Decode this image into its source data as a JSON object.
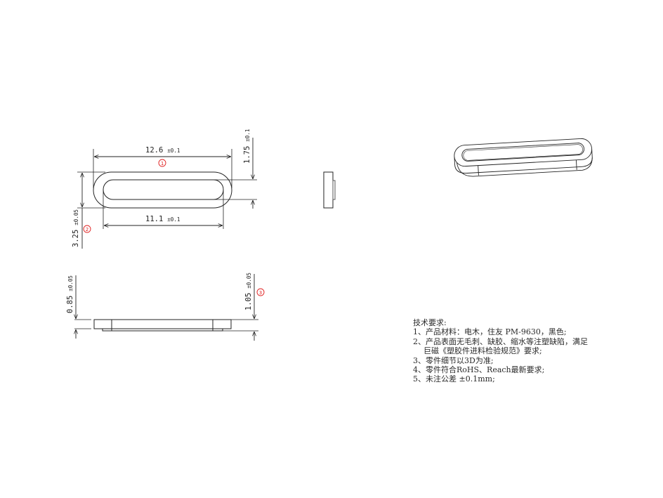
{
  "drawing": {
    "top_view": {
      "overall_length": {
        "value": "12.6",
        "tolerance": "±0.1"
      },
      "inner_length": {
        "value": "11.1",
        "tolerance": "±0.1"
      },
      "overall_width": {
        "value": "3.25",
        "tolerance": "±0.05"
      },
      "wall_width": {
        "value": "1.75",
        "tolerance": "±0.1"
      },
      "balloons": [
        "1",
        "2"
      ]
    },
    "side_view": {
      "left_height": {
        "value": "0.85",
        "tolerance": "±0.05"
      },
      "right_height": {
        "value": "1.05",
        "tolerance": "±0.05"
      },
      "balloons": [
        "3"
      ]
    },
    "colors": {
      "line": "#222222",
      "balloon": "#e02020",
      "iso_fill": "#ffffff"
    }
  },
  "notes": {
    "title": "技术要求:",
    "items": [
      "1、产品材料：电木，住友 PM-9630，黑色;",
      "2、产品表面无毛刺、缺胶、缩水等注塑缺陷，满足",
      "巨磁《塑胶件进料检验规范》要求;",
      "3、零件细节以3D为准;",
      "4、零件符合RoHS、Reach最新要求;",
      "5、未注公差 ±0.1mm;"
    ]
  }
}
